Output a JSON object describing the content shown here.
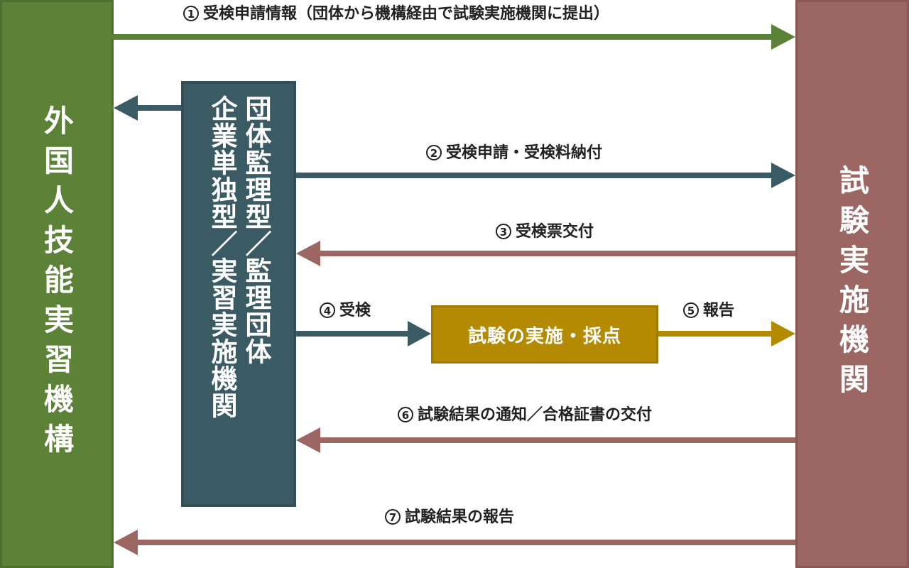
{
  "nodes": {
    "left": "外国人技能実習機構",
    "right": "試験実施機関",
    "middle_lines": [
      "団体監理型／監理団体",
      "企業単独型／実習実施機関"
    ],
    "exam": "試験の実施・採点"
  },
  "flows": [
    {
      "num": "1",
      "text": "受検申請情報（団体から機構経由で試験実施機関に提出）"
    },
    {
      "num": "2",
      "text": "受検申請・受検料納付"
    },
    {
      "num": "3",
      "text": "受検票交付"
    },
    {
      "num": "4",
      "text": "受検"
    },
    {
      "num": "5",
      "text": "報告"
    },
    {
      "num": "6",
      "text": "試験結果の通知／合格証書の交付"
    },
    {
      "num": "7",
      "text": "試験結果の報告"
    }
  ],
  "colors": {
    "green": "#5c8237",
    "red": "#9c6762",
    "teal": "#3a5b63",
    "gold": "#b48a00"
  }
}
